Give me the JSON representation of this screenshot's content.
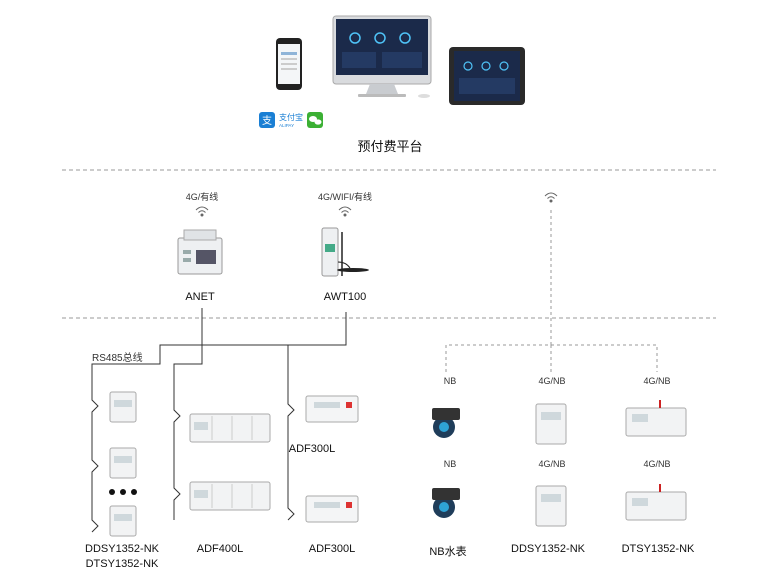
{
  "platform": {
    "title": "预付费平台",
    "payment_icons": [
      "alipay-icon",
      "wechat-icon"
    ],
    "alipay_text": "支付宝",
    "alipay_sub": "ALIPAY"
  },
  "gateways": {
    "anet": {
      "label": "ANET",
      "comm": "4G/有线"
    },
    "awt100": {
      "label": "AWT100",
      "comm": "4G/WIFI/有线"
    }
  },
  "bus_label": "RS485总线",
  "wired_meters": [
    {
      "label": "DDSY1352-NK"
    },
    {
      "label": "DTSY1352-NK"
    },
    {
      "label": "ADF400L"
    },
    {
      "label": "ADF300L"
    },
    {
      "label": "ADF300L"
    }
  ],
  "wireless_meters": [
    {
      "label": "NB水表",
      "comm": "NB"
    },
    {
      "label": "DDSY1352-NK",
      "comm": "4G/NB"
    },
    {
      "label": "DTSY1352-NK",
      "comm": "4G/NB"
    }
  ],
  "colors": {
    "line": "#333333",
    "dashed": "#999999",
    "screen": "#1b2a4a",
    "wechat": "#3cb034",
    "alipay": "#1a7fd4"
  }
}
